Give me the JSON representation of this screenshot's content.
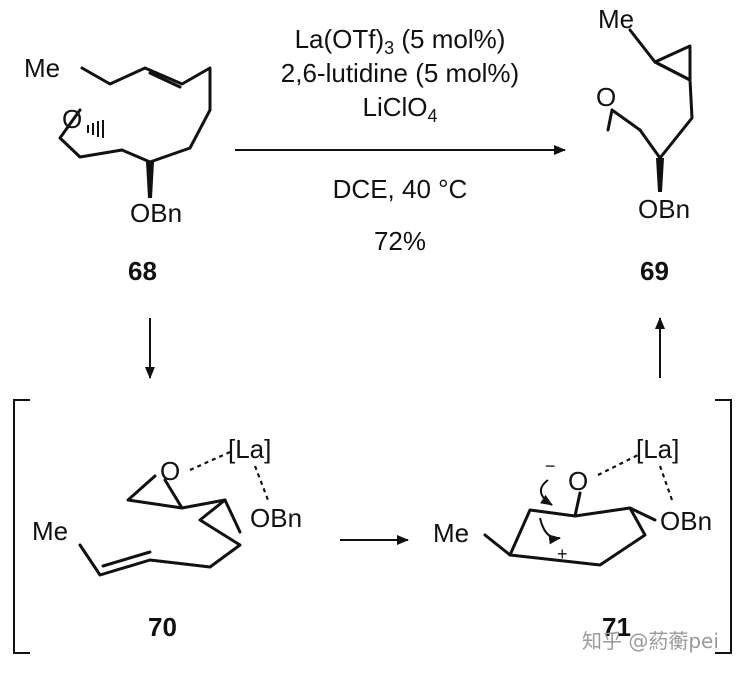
{
  "reagents": {
    "line1": "La(OTf)3 (5 mol%)",
    "line2": "2,6-lutidine (5 mol%)",
    "line3": "LiClO4",
    "line4": "DCE, 40 °C",
    "yield": "72%"
  },
  "compounds": {
    "start": {
      "number": "68",
      "groups": [
        "Me",
        "O",
        "OBn"
      ]
    },
    "product": {
      "number": "69",
      "groups": [
        "Me",
        "O",
        "OBn"
      ]
    },
    "intermediate_a": {
      "number": "70",
      "groups": [
        "Me",
        "O",
        "[La]",
        "OBn"
      ]
    },
    "intermediate_b": {
      "number": "71",
      "groups": [
        "Me",
        "O",
        "[La]",
        "OBn",
        "−",
        "+"
      ]
    }
  },
  "watermark": "知乎 @葯蘅pei"
}
